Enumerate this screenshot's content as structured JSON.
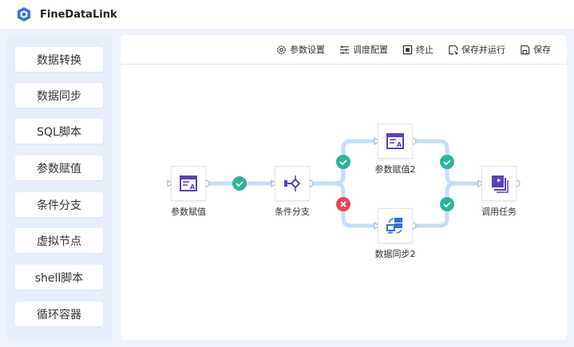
{
  "app": {
    "title": "FineDataLink"
  },
  "sidebar": {
    "items": [
      {
        "label": "数据转换"
      },
      {
        "label": "数据同步"
      },
      {
        "label": "SQL脚本"
      },
      {
        "label": "参数赋值"
      },
      {
        "label": "条件分支"
      },
      {
        "label": "虚拟节点"
      },
      {
        "label": "shell脚本"
      },
      {
        "label": "循环容器"
      }
    ]
  },
  "toolbar": {
    "params": "参数设置",
    "schedule": "调度配置",
    "stop": "终止",
    "save_run": "保存并运行",
    "save": "保存"
  },
  "nodes": {
    "n1": "参数赋值",
    "n2": "条件分支",
    "n3": "参数赋值2",
    "n4": "数据同步2",
    "n5": "调用任务"
  },
  "colors": {
    "accent": "#5b3fc4",
    "success": "#2cb59a",
    "fail": "#e5484d",
    "edge": "#c7dcfa"
  }
}
